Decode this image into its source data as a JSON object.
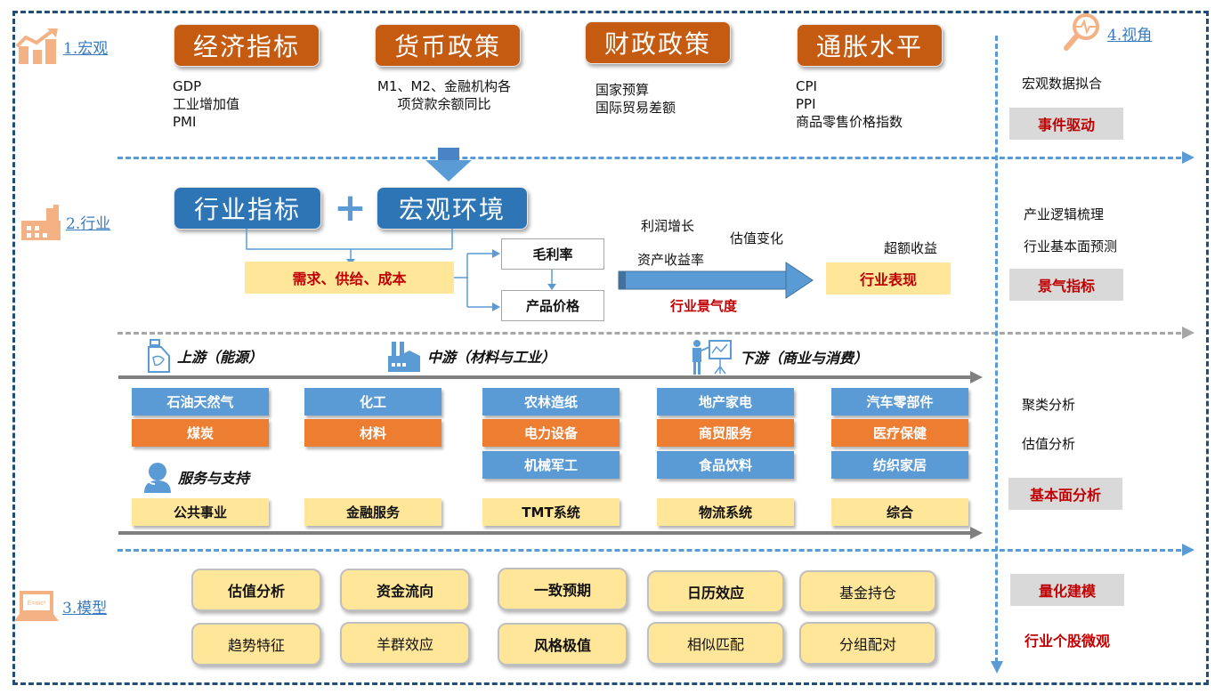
{
  "sections": {
    "macro": {
      "label": "1.宏观",
      "icon": "bar-chart-trend-icon"
    },
    "industry": {
      "label": "2.行业",
      "icon": "factory-icon"
    },
    "model": {
      "label": "3.模型",
      "icon": "laptop-formula-icon"
    },
    "perspective": {
      "label": "4.视角",
      "icon": "magnifier-pulse-icon"
    }
  },
  "macro": {
    "categories": [
      {
        "title": "经济指标",
        "lines": [
          "GDP",
          "工业增加值",
          "PMI"
        ]
      },
      {
        "title": "货币政策",
        "lines": [
          "M1、M2、金融机构各",
          "项贷款余额同比"
        ]
      },
      {
        "title": "财政政策",
        "lines": [
          "国家预算",
          "国际贸易差额"
        ]
      },
      {
        "title": "通胀水平",
        "lines": [
          "CPI",
          "PPI",
          "商品零售价格指数"
        ]
      }
    ]
  },
  "industry": {
    "industry_indicator": "行业指标",
    "plus": "+",
    "macro_env": "宏观环境",
    "drivers": "需求、供给、成本",
    "gross_margin": "毛利率",
    "product_price": "产品价格",
    "profit_growth": "利润增长",
    "roa": "资产收益率",
    "valuation_change": "估值变化",
    "excess_return": "超额收益",
    "prosperity": "行业景气度",
    "performance": "行业表现"
  },
  "chain": {
    "upstream": {
      "label": "上游（能源）",
      "icon": "oil-bottle-icon"
    },
    "midstream": {
      "label": "中游（材料与工业）",
      "icon": "factory-icon"
    },
    "downstream": {
      "label": "下游（商业与消费）",
      "icon": "presenter-chart-icon"
    },
    "services": {
      "label": "服务与支持",
      "icon": "call-center-icon"
    },
    "columns": [
      {
        "items": [
          {
            "text": "石油天然气",
            "color": "blue"
          },
          {
            "text": "煤炭",
            "color": "orange"
          }
        ]
      },
      {
        "items": [
          {
            "text": "化工",
            "color": "blue"
          },
          {
            "text": "材料",
            "color": "orange"
          }
        ]
      },
      {
        "items": [
          {
            "text": "农林造纸",
            "color": "blue"
          },
          {
            "text": "电力设备",
            "color": "orange"
          },
          {
            "text": "机械军工",
            "color": "blue"
          }
        ]
      },
      {
        "items": [
          {
            "text": "地产家电",
            "color": "blue"
          },
          {
            "text": "商贸服务",
            "color": "orange"
          },
          {
            "text": "食品饮料",
            "color": "blue"
          }
        ]
      },
      {
        "items": [
          {
            "text": "汽车零部件",
            "color": "blue"
          },
          {
            "text": "医疗保健",
            "color": "orange"
          },
          {
            "text": "纺织家居",
            "color": "blue"
          }
        ]
      }
    ],
    "support": [
      "公共事业",
      "金融服务",
      "TMT系统",
      "物流系统",
      "综合"
    ]
  },
  "models": {
    "row1": [
      "估值分析",
      "资金流向",
      "一致预期",
      "日历效应",
      "基金持仓"
    ],
    "row2": [
      "趋势特征",
      "羊群效应",
      "风格极值",
      "相似匹配",
      "分组配对"
    ]
  },
  "perspective": {
    "macro_fit": "宏观数据拟合",
    "event_driven": "事件驱动",
    "industry_logic": "产业逻辑梳理",
    "fundamental_forecast": "行业基本面预测",
    "prosperity_indicator": "景气指标",
    "clustering": "聚类分析",
    "valuation": "估值分析",
    "fundamental_analysis": "基本面分析",
    "quant_modeling": "量化建模",
    "micro_view": "行业个股微观"
  },
  "colors": {
    "frame": "#1f4e79",
    "macro_orange": "#c55a11",
    "industry_blue": "#2e75b6",
    "cell_blue": "#5b9bd5",
    "cell_orange": "#ed7d31",
    "yellow": "#ffe699",
    "accent_red": "#c00000",
    "icon_peach": "#f4b183"
  }
}
